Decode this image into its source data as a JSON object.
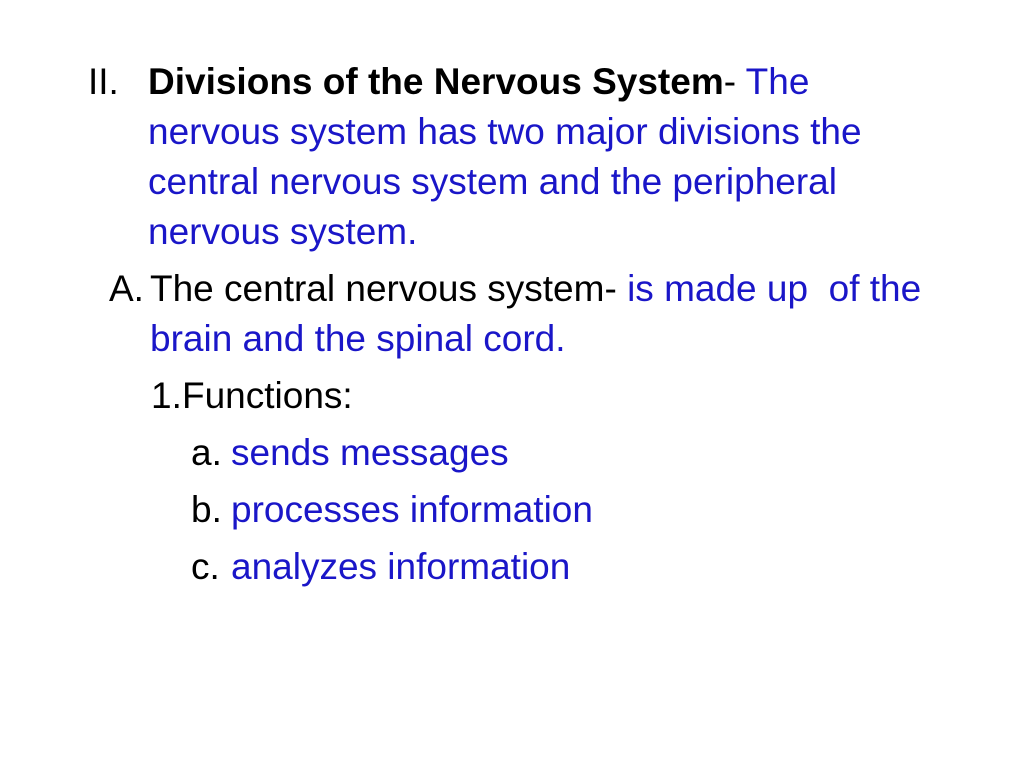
{
  "slide": {
    "background_color": "#ffffff",
    "accent_color": "#1a16c8",
    "text_color": "#000000",
    "outline": [
      {
        "level": "roman",
        "marker": "II.",
        "segments": [
          {
            "text": "Divisions of the Nervous System",
            "style": "black-bold"
          },
          {
            "text": "- ",
            "style": "black"
          },
          {
            "text": "The nervous system has two major divisions the central nervous system and the peripheral nervous system.",
            "style": "blue"
          }
        ]
      },
      {
        "level": "alpha",
        "marker": "A.",
        "segments": [
          {
            "text": "The central nervous system- ",
            "style": "black"
          },
          {
            "text": "is made up  of the brain and the spinal cord.",
            "style": "blue"
          }
        ]
      },
      {
        "level": "number",
        "marker": "1.",
        "segments": [
          {
            "text": "Functions:",
            "style": "black"
          }
        ]
      },
      {
        "level": "lower-alpha",
        "marker": "a.",
        "segments": [
          {
            "text": "sends messages",
            "style": "blue"
          }
        ]
      },
      {
        "level": "lower-alpha",
        "marker": "b.",
        "segments": [
          {
            "text": "processes information",
            "style": "blue"
          }
        ]
      },
      {
        "level": "lower-alpha",
        "marker": "c.",
        "segments": [
          {
            "text": "analyzes information",
            "style": "blue"
          }
        ]
      }
    ]
  },
  "text": {
    "item1_marker": "II.",
    "item1_title": "Divisions of the Nervous System",
    "item1_dash": "- ",
    "item1_detail": "The nervous system has two major divisions the central nervous system and the peripheral nervous system.",
    "item2_marker": "A.",
    "item2_title": "The central nervous system- ",
    "item2_detail": "is made up  of the brain and the spinal cord.",
    "item3_marker": "1.",
    "item3_title": "Functions:",
    "item4_marker": "a.",
    "item4_detail": "sends messages",
    "item5_marker": "b.",
    "item5_detail": "processes information",
    "item6_marker": "c.",
    "item6_detail": "analyzes information"
  }
}
